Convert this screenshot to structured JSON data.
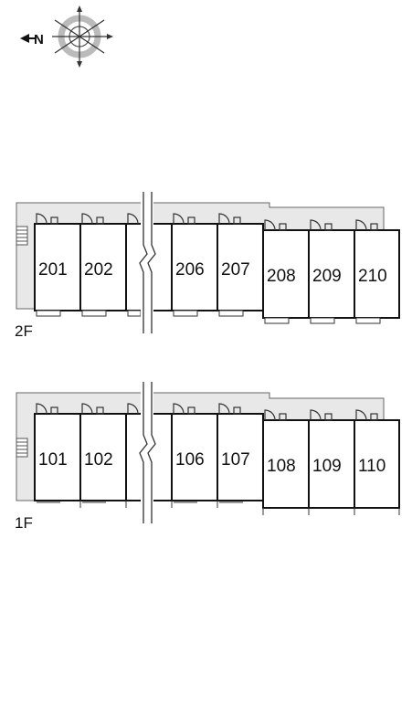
{
  "compass": {
    "north_label": "N"
  },
  "floors": [
    {
      "label": "2F",
      "units": [
        "201",
        "202",
        "206",
        "207",
        "208",
        "209",
        "210"
      ]
    },
    {
      "label": "1F",
      "units": [
        "101",
        "102",
        "106",
        "107",
        "108",
        "109",
        "110"
      ]
    }
  ],
  "colors": {
    "corridor": "#e8e8e8",
    "wall": "#111111",
    "background": "#ffffff"
  }
}
